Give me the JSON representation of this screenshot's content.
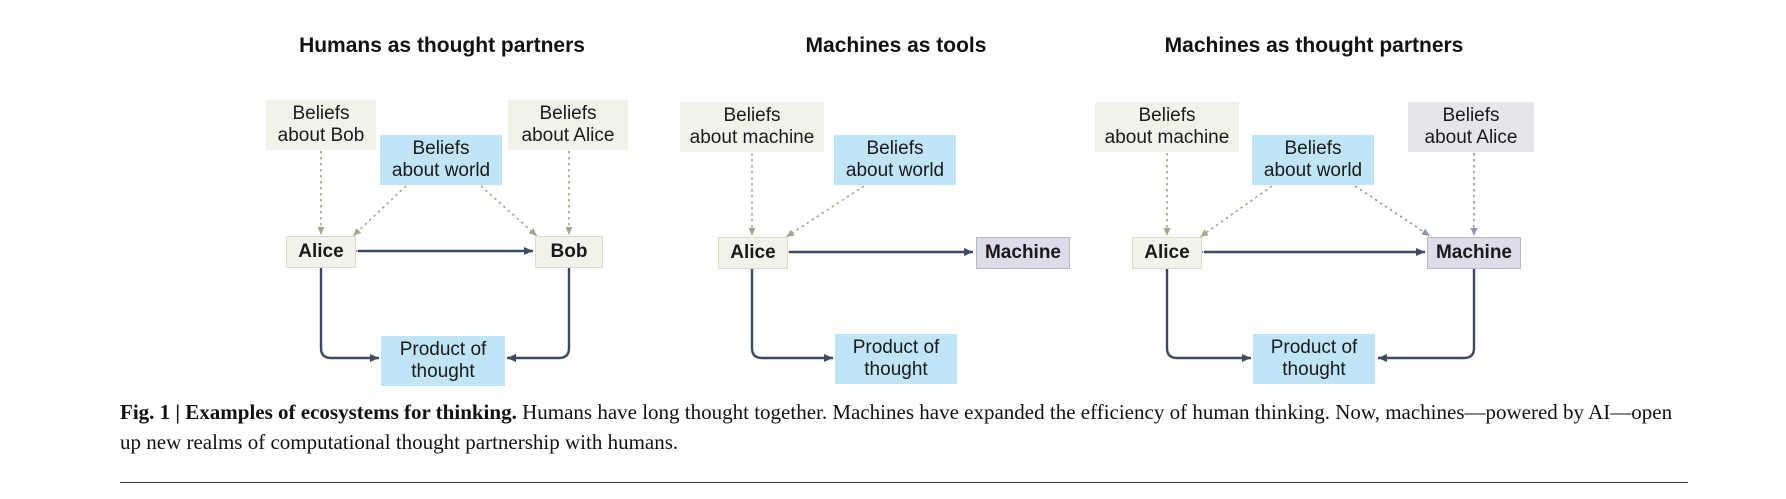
{
  "colors": {
    "solid_arrow": "#3d4a63",
    "dotted_arrow_beige": "#a7a58c",
    "dotted_arrow_gray": "#8b97ab",
    "beige_box": "#f3f2ea",
    "blue_box": "#bfe5f7",
    "machine_box": "#dcdde8"
  },
  "panels": [
    {
      "title": "Humans as thought partners",
      "nodes": {
        "beliefs_bob": "Beliefs\nabout Bob",
        "beliefs_world": "Beliefs\nabout world",
        "beliefs_alice": "Beliefs\nabout Alice",
        "alice": "Alice",
        "bob": "Bob",
        "product": "Product of\nthought"
      }
    },
    {
      "title": "Machines as tools",
      "nodes": {
        "beliefs_machine": "Beliefs\nabout machine",
        "beliefs_world": "Beliefs\nabout world",
        "alice": "Alice",
        "machine": "Machine",
        "product": "Product of\nthought"
      }
    },
    {
      "title": "Machines as thought partners",
      "nodes": {
        "beliefs_machine": "Beliefs\nabout machine",
        "beliefs_world": "Beliefs\nabout world",
        "beliefs_alice": "Beliefs\nabout Alice",
        "alice": "Alice",
        "machine": "Machine",
        "product": "Product of\nthought"
      }
    }
  ],
  "caption": {
    "label": "Fig. 1 | Examples of ecosystems for thinking.",
    "text": " Humans have long thought together. Machines have expanded the efficiency of human thinking. Now, machines—powered by AI—open up new realms of computational thought partnership with humans."
  }
}
